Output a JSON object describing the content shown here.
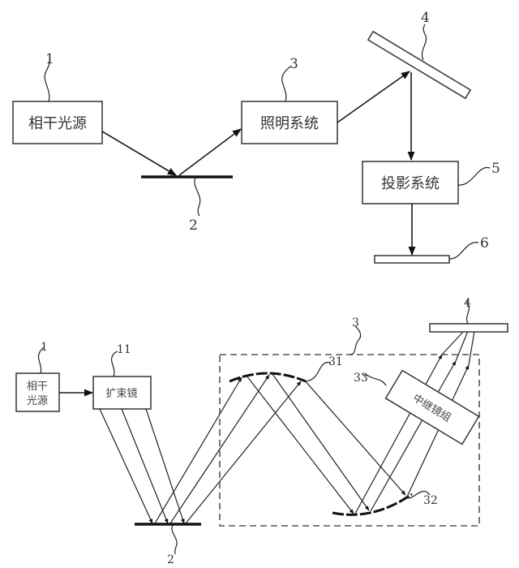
{
  "diagram": {
    "top": {
      "boxes": [
        {
          "id": "1",
          "label": "相干光源"
        },
        {
          "id": "3",
          "label": "照明系统"
        },
        {
          "id": "5",
          "label": "投影系统"
        }
      ],
      "refs": {
        "r1": "1",
        "r2": "2",
        "r3": "3",
        "r4": "4",
        "r5": "5",
        "r6": "6"
      }
    },
    "bottom": {
      "boxes": [
        {
          "id": "1",
          "label_line1": "相干",
          "label_line2": "光源"
        },
        {
          "id": "11",
          "label": "扩束镜"
        },
        {
          "id": "33",
          "label": "中继镜组"
        }
      ],
      "refs": {
        "r1": "1",
        "r11": "11",
        "r2": "2",
        "r3": "3",
        "r31": "31",
        "r32": "32",
        "r33": "33",
        "r4": "4"
      }
    }
  }
}
